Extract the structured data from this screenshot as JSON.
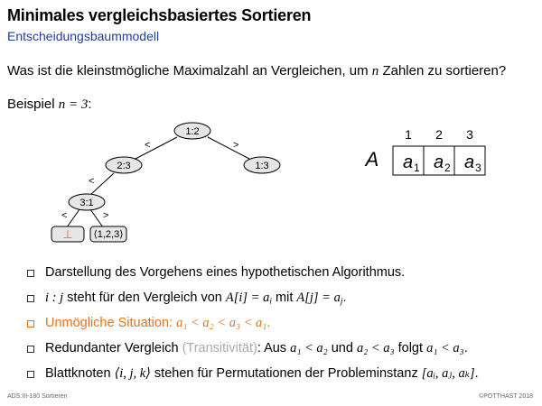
{
  "title": "Minimales vergleichsbasiertes Sortieren",
  "subtitle": "Entscheidungsbaummodell",
  "question": {
    "before": "Was ist die kleinstmögliche Maximalzahl an Vergleichen, um ",
    "var": "n",
    "after": " Zahlen zu sortieren?"
  },
  "example": {
    "label": "Beispiel ",
    "math": "n = 3",
    "colon": ":"
  },
  "tree": {
    "nodes": {
      "root": "1:2",
      "left": "2:3",
      "right": "1:3",
      "leftleft": "3:1",
      "bottom_left": "⊥",
      "bottom_right": "⟨1,2,3⟩"
    },
    "edge_less": "<",
    "edge_greater": ">"
  },
  "array": {
    "label": "A",
    "indices": [
      "1",
      "2",
      "3"
    ],
    "cells": [
      {
        "base": "a",
        "sub": "1"
      },
      {
        "base": "a",
        "sub": "2"
      },
      {
        "base": "a",
        "sub": "3"
      }
    ]
  },
  "bullets": [
    {
      "text": "Darstellung des Vorgehens eines hypothetischen Algorithmus."
    },
    {
      "m1": "i : j",
      "t1": " steht für den Vergleich von ",
      "m2": "A[i] = a",
      "m2sub": "i",
      "t2": " mit ",
      "m3": "A[j] = a",
      "m3sub": "j",
      "t3": "."
    },
    {
      "t1": "Unmögliche Situation: ",
      "m1": "a₁ < a₂ < a₃ < a₁",
      "t2": "."
    },
    {
      "t1": "Redundanter Vergleich ",
      "gray": "(Transitivität)",
      "t2": ": Aus ",
      "m1": "a₁ < a₂",
      "t3": " und ",
      "m2": "a₂ < a₃",
      "t4": " folgt ",
      "m3": "a₁ < a₃",
      "t5": "."
    },
    {
      "t1": "Blattknoten ",
      "m1": "⟨i, j, k⟩",
      "t2": " stehen für Permutationen der Probleminstanz ",
      "m2": "[aᵢ, aⱼ, aₖ]",
      "t3": "."
    }
  ],
  "footer": {
    "left": "ADS:III-180   Sortieren",
    "right": "©POTTHAST 2018"
  },
  "colors": {
    "accent_blue": "#1f3fa0",
    "orange": "#e8711b",
    "node_fill": "#e6e6e6",
    "gray_text": "#aaaaaa"
  }
}
